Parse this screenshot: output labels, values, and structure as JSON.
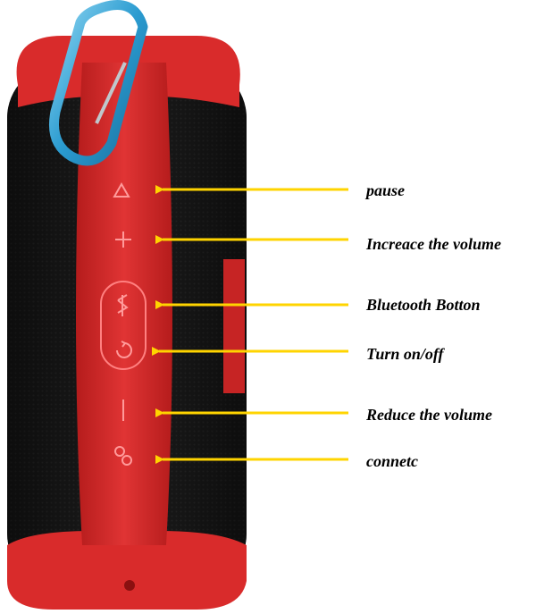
{
  "colors": {
    "case_red": "#d92b2b",
    "case_dark_red": "#a81515",
    "speaker_mesh": "#1c1c1c",
    "arrow_yellow": "#ffd400",
    "carabiner_blue": "#3aa8d8"
  },
  "callouts": [
    {
      "id": "pause",
      "text": "pause",
      "icon": "triangle-icon"
    },
    {
      "id": "vol-up",
      "text": "Increace the volume",
      "icon": "plus-icon"
    },
    {
      "id": "bt",
      "text": "Bluetooth Botton",
      "icon": "bluetooth-icon"
    },
    {
      "id": "power",
      "text": "Turn on/off",
      "icon": "power-icon"
    },
    {
      "id": "vol-down",
      "text": "Reduce the volume",
      "icon": "minus-icon"
    },
    {
      "id": "connect",
      "text": "connetc",
      "icon": "connect-icon"
    }
  ]
}
